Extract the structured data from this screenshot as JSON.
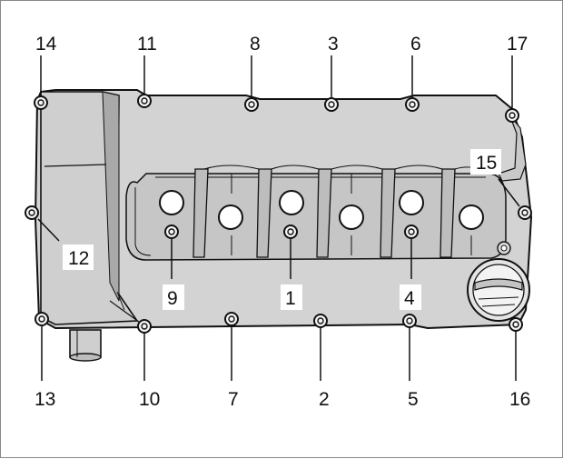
{
  "colors": {
    "cover_fill": "#d3d3d3",
    "cover_shade": "#b9b9b9",
    "outline": "#111111",
    "hole_fill": "#ffffff",
    "label_bg": "#ffffff"
  },
  "bolts": [
    {
      "id": "1",
      "label": "1"
    },
    {
      "id": "2",
      "label": "2"
    },
    {
      "id": "3",
      "label": "3"
    },
    {
      "id": "4",
      "label": "4"
    },
    {
      "id": "5",
      "label": "5"
    },
    {
      "id": "6",
      "label": "6"
    },
    {
      "id": "7",
      "label": "7"
    },
    {
      "id": "8",
      "label": "8"
    },
    {
      "id": "9",
      "label": "9"
    },
    {
      "id": "10",
      "label": "10"
    },
    {
      "id": "11",
      "label": "11"
    },
    {
      "id": "12",
      "label": "12"
    },
    {
      "id": "13",
      "label": "13"
    },
    {
      "id": "14",
      "label": "14"
    },
    {
      "id": "15",
      "label": "15"
    },
    {
      "id": "16",
      "label": "16"
    },
    {
      "id": "17",
      "label": "17"
    }
  ]
}
